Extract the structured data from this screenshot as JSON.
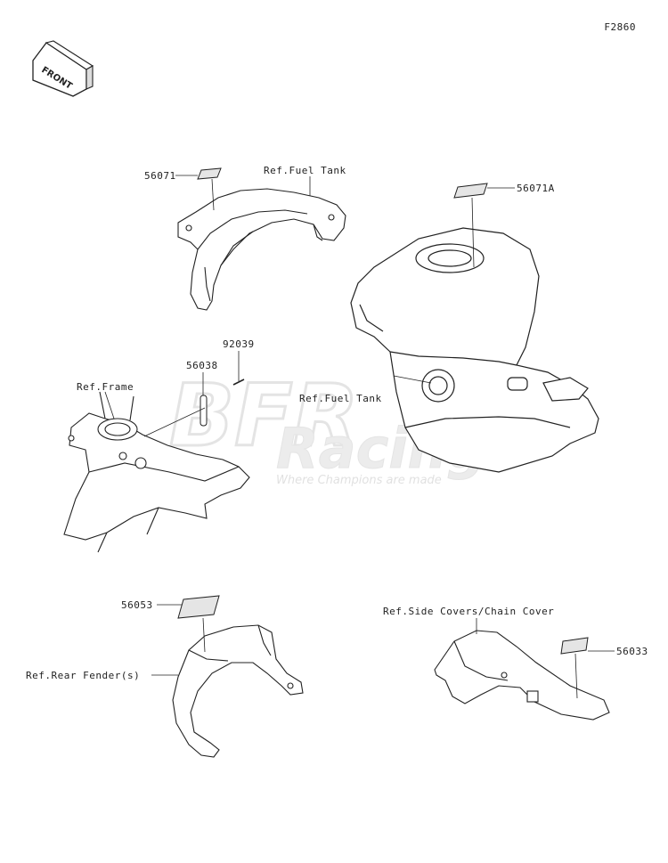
{
  "figure_id": "F2860",
  "front_arrow": "FRONT",
  "parts": {
    "p56071": "56071",
    "p56071a": "56071A",
    "p92039": "92039",
    "p56038": "56038",
    "p56053": "56053",
    "p56033": "56033"
  },
  "refs": {
    "fuel_tank_cover": "Ref.Fuel Tank",
    "frame": "Ref.Frame",
    "fuel_tank": "Ref.Fuel Tank",
    "rear_fender": "Ref.Rear Fender(s)",
    "side_covers": "Ref.Side Covers/Chain Cover"
  },
  "watermark": {
    "line1": "BFR",
    "line2": "Racing",
    "tagline": "Where Champions are made"
  }
}
